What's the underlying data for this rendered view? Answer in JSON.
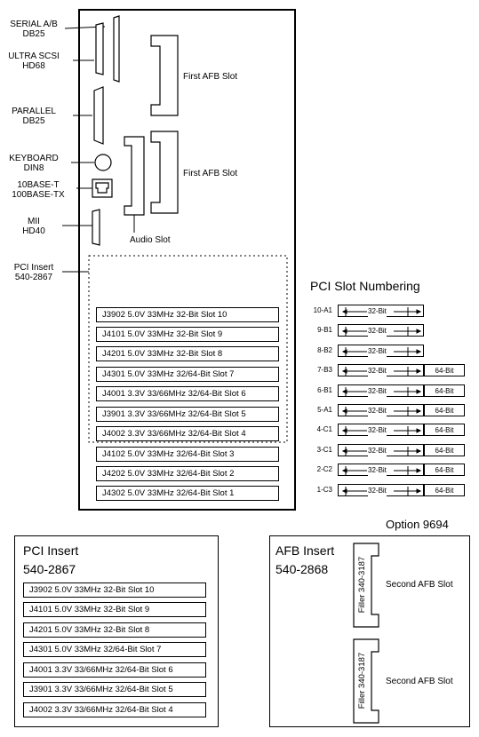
{
  "left_labels": {
    "serial": [
      "SERIAL A/B",
      "DB25"
    ],
    "scsi": [
      "ULTRA SCSI",
      "HD68"
    ],
    "parallel": [
      "PARALLEL",
      "DB25"
    ],
    "keyboard": [
      "KEYBOARD",
      "DIN8"
    ],
    "ethernet": [
      "10BASE-T",
      "100BASE-TX"
    ],
    "mii": [
      "MII",
      "HD40"
    ],
    "pci_insert": [
      "PCI Insert",
      "540-2867"
    ]
  },
  "chassis": {
    "afb_slot_1": "First AFB Slot",
    "afb_slot_2": "First AFB Slot",
    "audio_slot": "Audio Slot",
    "slots": [
      "J3902  5.0V  33MHz  32-Bit  Slot  10",
      "J4101  5.0V  33MHz  32-Bit  Slot  9",
      "J4201  5.0V  33MHz  32-Bit  Slot  8",
      "J4301  5.0V  33MHz  32/64-Bit  Slot  7",
      "J4001  3.3V  33/66MHz  32/64-Bit  Slot  6",
      "J3901  3.3V  33/66MHz  32/64-Bit  Slot  5",
      "J4002  3.3V  33/66MHz  32/64-Bit  Slot  4",
      "J4102  5.0V  33MHz  32/64-Bit  Slot  3",
      "J4202  5.0V  33MHz  32/64-Bit  Slot  2",
      "J4302  5.0V  33MHz  32/64-Bit  Slot  1"
    ]
  },
  "pci_numbering": {
    "title": "PCI Slot Numbering",
    "rows": [
      {
        "id": "10-A1",
        "bus32": "32-Bit",
        "bus64": ""
      },
      {
        "id": "9-B1",
        "bus32": "32-Bit",
        "bus64": ""
      },
      {
        "id": "8-B2",
        "bus32": "32-Bit",
        "bus64": ""
      },
      {
        "id": "7-B3",
        "bus32": "32-Bit",
        "bus64": "64-Bit"
      },
      {
        "id": "6-B1",
        "bus32": "32-Bit",
        "bus64": "64-Bit"
      },
      {
        "id": "5-A1",
        "bus32": "32-Bit",
        "bus64": "64-Bit"
      },
      {
        "id": "4-C1",
        "bus32": "32-Bit",
        "bus64": "64-Bit"
      },
      {
        "id": "3-C1",
        "bus32": "32-Bit",
        "bus64": "64-Bit"
      },
      {
        "id": "2-C2",
        "bus32": "32-Bit",
        "bus64": "64-Bit"
      },
      {
        "id": "1-C3",
        "bus32": "32-Bit",
        "bus64": "64-Bit"
      }
    ]
  },
  "option": "Option  9694",
  "pci_insert": {
    "title": "PCI  Insert",
    "part": "540-2867",
    "slots": [
      "J3902  5.0V  33MHz  32-Bit  Slot  10",
      "J4101  5.0V  33MHz  32-Bit  Slot  9",
      "J4201  5.0V  33MHz  32-Bit  Slot  8",
      "J4301  5.0V  33MHz  32/64-Bit  Slot  7",
      "J4001  3.3V  33/66MHz  32/64-Bit  Slot  6",
      "J3901  3.3V  33/66MHz  32/64-Bit  Slot  5",
      "J4002  3.3V  33/66MHz  32/64-Bit  Slot  4"
    ]
  },
  "afb_insert": {
    "title": "AFB  Insert",
    "part": "540-2868",
    "filler_1": "Filler  340-3187",
    "filler_2": "Filler  340-3187",
    "slot_1": "Second  AFB  Slot",
    "slot_2": "Second  AFB  Slot"
  }
}
